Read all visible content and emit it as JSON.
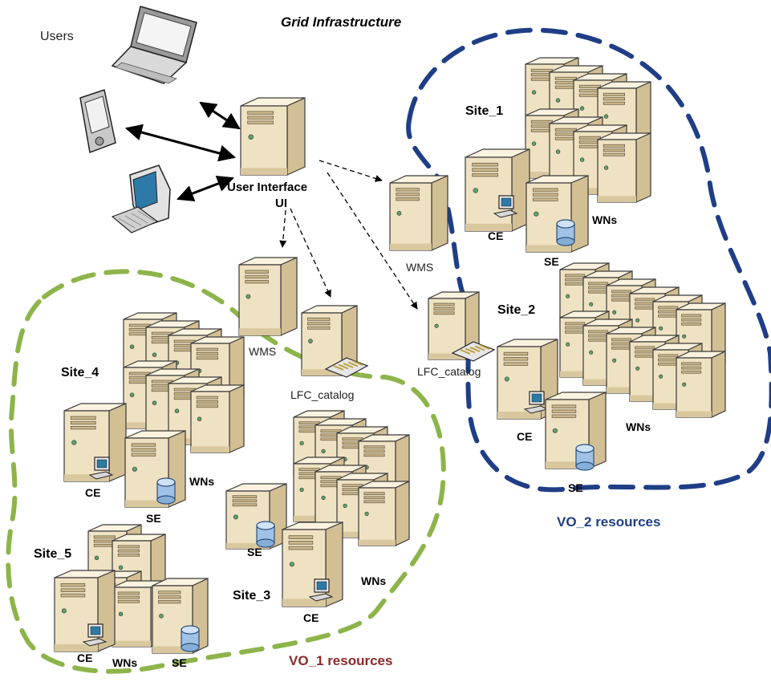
{
  "title": "Grid Infrastructure",
  "users_label": "Users",
  "ui": {
    "line1": "User Interface",
    "line2": "UI"
  },
  "vo2": {
    "resources_label": "VO_2 resources",
    "wms": "WMS",
    "lfc": "LFC_catalog",
    "site1": {
      "name": "Site_1",
      "ce": "CE",
      "se": "SE",
      "wns": "WNs"
    },
    "site2": {
      "name": "Site_2",
      "ce": "CE",
      "se": "SE",
      "wns": "WNs"
    }
  },
  "vo1": {
    "resources_label": "VO_1 resources",
    "wms": "WMS",
    "lfc": "LFC_catalog",
    "site3": {
      "name": "Site_3",
      "ce": "CE",
      "se": "SE",
      "wns": "WNs"
    },
    "site4": {
      "name": "Site_4",
      "ce": "CE",
      "se": "SE",
      "wns": "WNs"
    },
    "site5": {
      "name": "Site_5",
      "ce": "CE",
      "se": "SE",
      "wns": "WNs"
    }
  },
  "colors": {
    "vo1_boundary": "#8db44a",
    "vo2_boundary": "#1f3e86",
    "vo1_text": "#8b2a2a",
    "vo2_text": "#1f3e86",
    "server_front": "#efe2c2",
    "server_side": "#d3bf94",
    "server_top": "#fbf3df",
    "server_outline": "#3a3a3a"
  }
}
